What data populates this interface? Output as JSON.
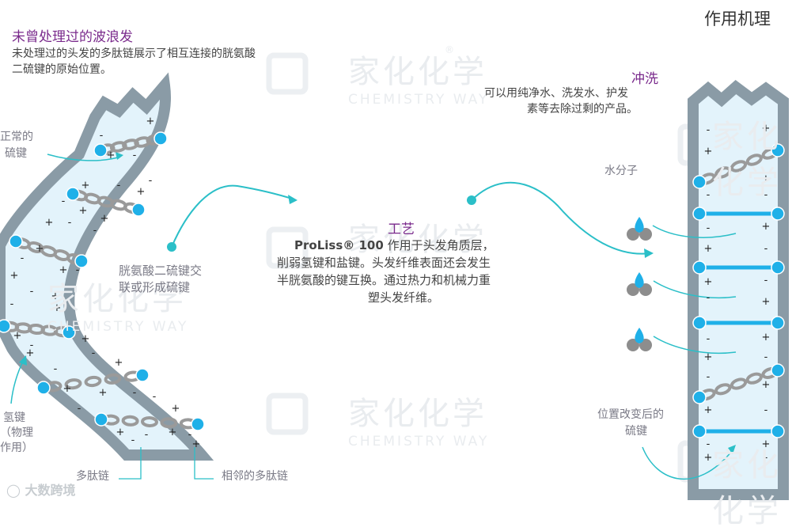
{
  "page_title": "作用机理",
  "untreated": {
    "title": "未曾处理过的波浪发",
    "desc_line1": "未处理过的头发的多肽链展示了相互连接的胱氨酸",
    "desc_line2": "二硫键的原始位置。"
  },
  "labels": {
    "normal_bond_1": "正常的",
    "normal_bond_2": "硫键",
    "cystine_1": "胱氨酸二硫键交",
    "cystine_2": "联或形成硫键",
    "hydrogen_1": "氢键",
    "hydrogen_2": "（物理",
    "hydrogen_3": "作用）",
    "polypeptide": "多肽链",
    "adjacent_polypeptide": "相邻的多肽链",
    "water": "水分子",
    "repositioned_1": "位置改变后的",
    "repositioned_2": "硫键"
  },
  "process": {
    "title": "工艺",
    "brand": "ProLiss® 100",
    "line1_rest": " 作用于头发角质层，",
    "line2": "削弱氢键和盐键。头发纤维表面还会发生",
    "line3": "半胱氨酸的键互换。通过热力和机械力重",
    "line4": "塑头发纤维。"
  },
  "rinse": {
    "title": "冲洗",
    "line1": "可以用纯净水、洗发水、护发",
    "line2": "素等去除过剩的产品。"
  },
  "watermark": {
    "cn": "家化化学",
    "en": "CHEMISTRY WAY",
    "mark": "®"
  },
  "footer_logo": "大数跨境",
  "signs": {
    "plus": "+",
    "minus": "-"
  },
  "colors": {
    "hair_border": "#8a9ba6",
    "hair_fill": "#e3f3fb",
    "atom_blue": "#1fb0e8",
    "bond_gray": "#9a9a9a",
    "arrow_teal": "#2bbfc8",
    "accent_purple": "#7a2a8c"
  }
}
